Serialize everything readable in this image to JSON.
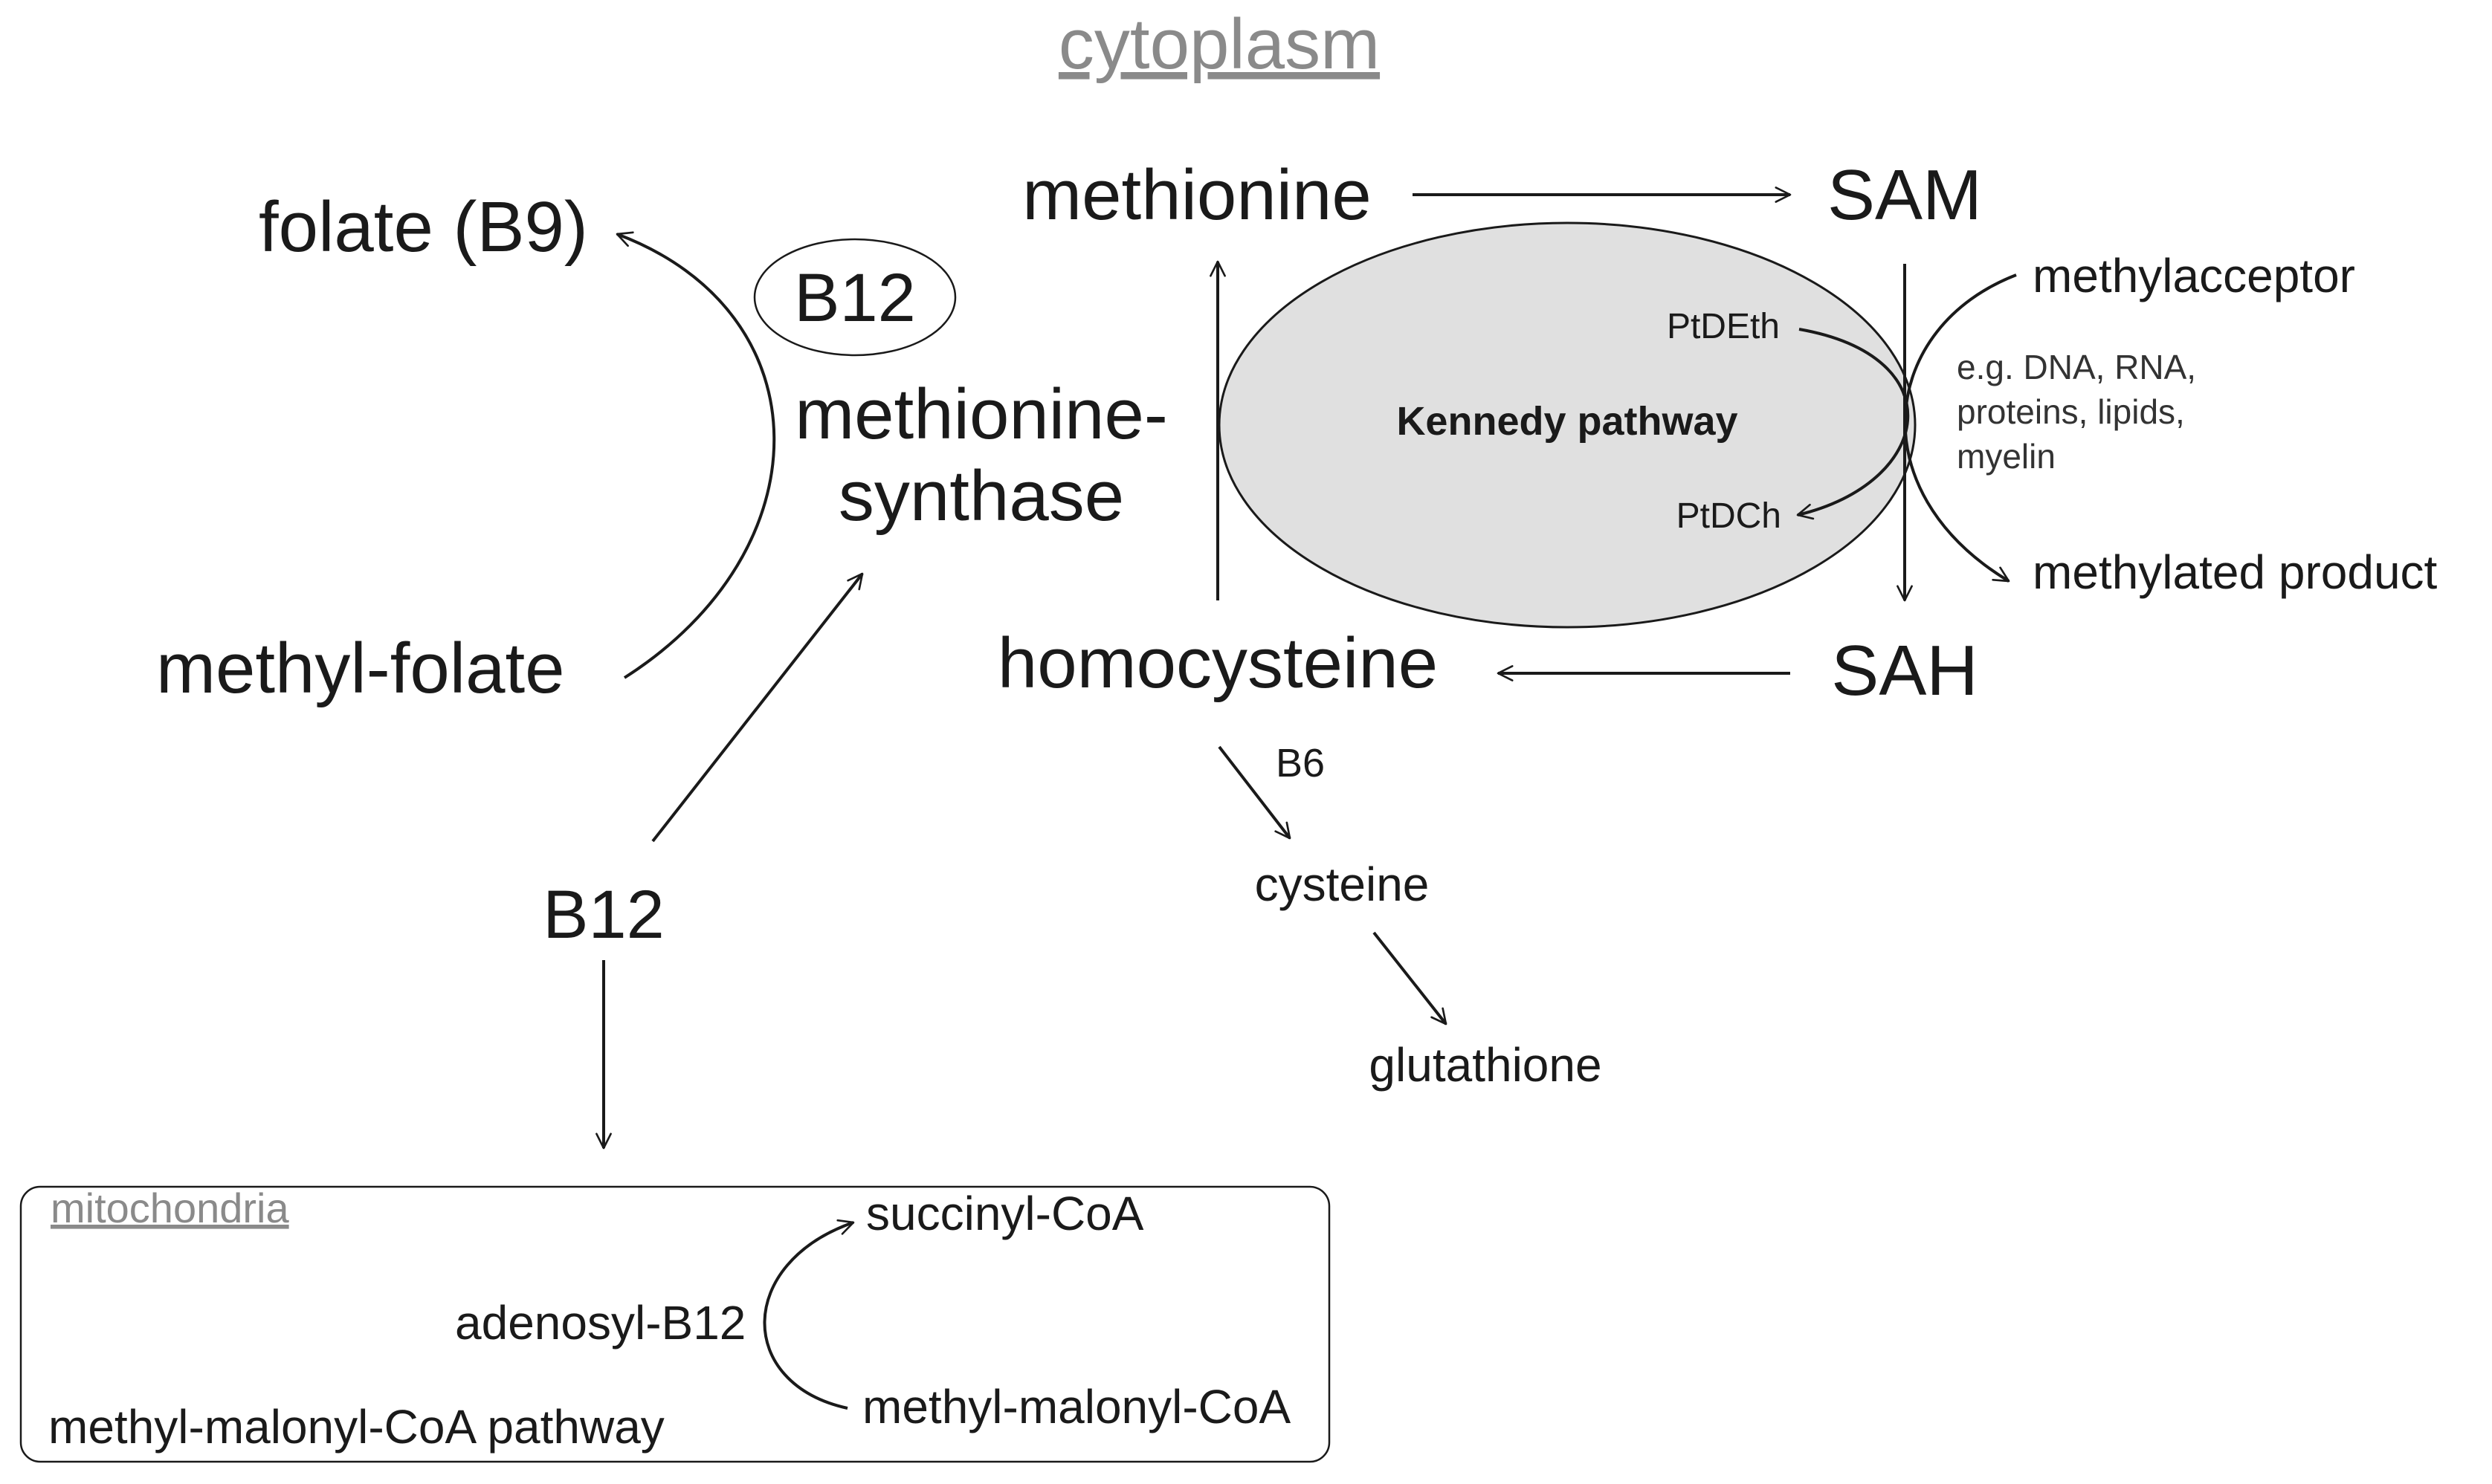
{
  "compartments": {
    "cytoplasm_label": "cytoplasm",
    "mitochondria_label": "mitochondria",
    "kennedy_label": "Kennedy pathway"
  },
  "nodes": {
    "folate": "folate (B9)",
    "methyl_folate": "methyl-folate",
    "b12_cofactor": "B12",
    "enzyme_line1": "methionine-",
    "enzyme_line2": "synthase",
    "b12": "B12",
    "methionine": "methionine",
    "sam": "SAM",
    "sah": "SAH",
    "homocysteine": "homocysteine",
    "methylacceptor": "methylacceptor",
    "examples_line1": "e.g. DNA, RNA,",
    "examples_line2": "proteins, lipids,",
    "examples_line3": "myelin",
    "methylated_product": "methylated product",
    "ptdeth": "PtDEth",
    "ptdch": "PtDCh",
    "b6": "B6",
    "cysteine": "cysteine",
    "glutathione": "glutathione",
    "succinyl_coa": "succinyl-CoA",
    "adenosyl_b12": "adenosyl-B12",
    "methyl_malonyl_coa": "methyl-malonyl-CoA",
    "mmcoa_pathway": "methyl-malonyl-CoA pathway"
  },
  "colors": {
    "text": "#1a1a1a",
    "muted": "#8a8a8a",
    "kennedy_fill": "#e0e0e0",
    "line": "#1a1a1a"
  }
}
